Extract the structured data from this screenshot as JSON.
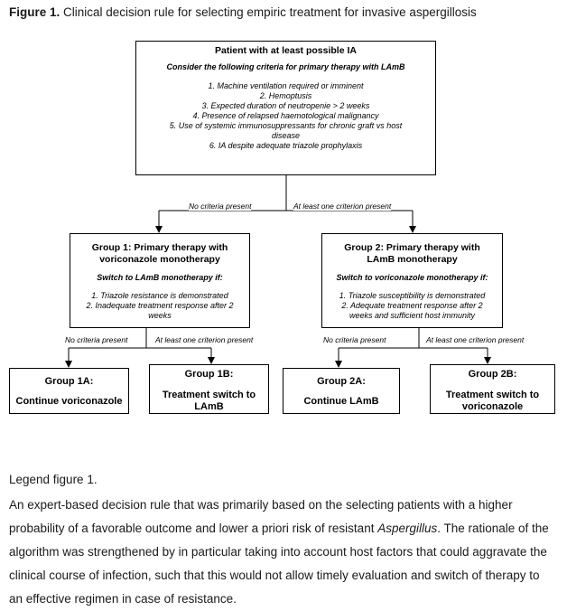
{
  "figure": {
    "label": "Figure 1.",
    "title": "Clinical decision rule for selecting empiric treatment for invasive aspergillosis"
  },
  "root": {
    "title": "Patient with at least possible IA",
    "subtitle": "Consider the following criteria for primary therapy with LAmB",
    "criteria": [
      "1. Machine ventilation required or imminent",
      "2. Hemoptusis",
      "3. Expected duration of neutropenie > 2 weeks",
      "4. Presence of relapsed haemotological malignancy",
      "5. Use of systemic immunosuppressants for chronic graft vs host",
      "disease",
      "6. IA despite adequate triazole prophylaxis"
    ]
  },
  "branch_labels": {
    "none": "No criteria present",
    "one": "At least one criterion present"
  },
  "group1": {
    "title_1": "Group 1: Primary therapy with",
    "title_2": "voriconazole monotherapy",
    "subtitle": "Switch to LAmB monotherapy if:",
    "items": [
      "1. Triazole resistance is demonstrated",
      "2. Inadequate treatment response after 2",
      "weeks"
    ]
  },
  "group2": {
    "title_1": "Group 2: Primary therapy with",
    "title_2": "LAmB monotherapy",
    "subtitle": "Switch to voriconazole monotherapy if:",
    "items": [
      "1. Triazole susceptibility is demonstrated",
      "2. Adequate treatment response after 2",
      "weeks and sufficient host immunity"
    ]
  },
  "leaves": {
    "g1a": {
      "head": "Group 1A:",
      "body": "Continue voriconazole"
    },
    "g1b": {
      "head": "Group 1B:",
      "body_1": "Treatment switch to",
      "body_2": "LAmB"
    },
    "g2a": {
      "head": "Group 2A:",
      "body": "Continue LAmB"
    },
    "g2b": {
      "head": "Group 2B:",
      "body_1": "Treatment switch to",
      "body_2": "voriconazole"
    }
  },
  "legend": {
    "heading": "Legend figure 1.",
    "text_before": "An expert-based decision rule that was primarily based on the selecting patients with a higher probability of a favorable outcome and lower a priori risk of resistant ",
    "text_italic": "Aspergillus",
    "text_after": ". The rationale of the algorithm was strengthened by in particular taking into account host factors that could aggravate the clinical course of infection, such that this would not allow timely evaluation and switch of therapy to an effective regimen in case of resistance."
  }
}
